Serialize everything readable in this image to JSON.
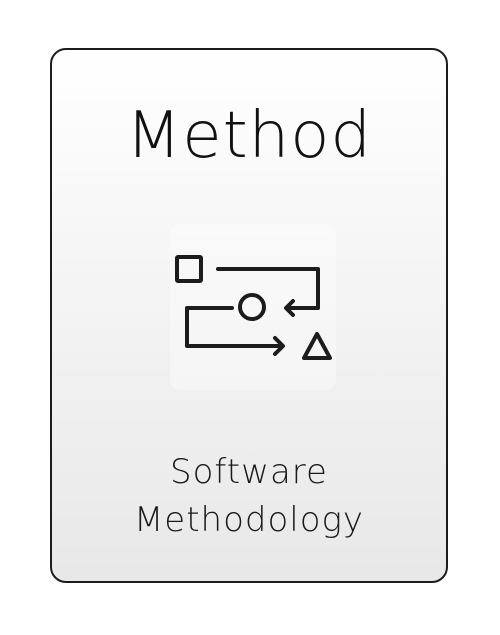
{
  "card": {
    "title": "Method",
    "icon": "process-flow-icon",
    "subtitle_lines": [
      "Software",
      "Methodology"
    ]
  }
}
